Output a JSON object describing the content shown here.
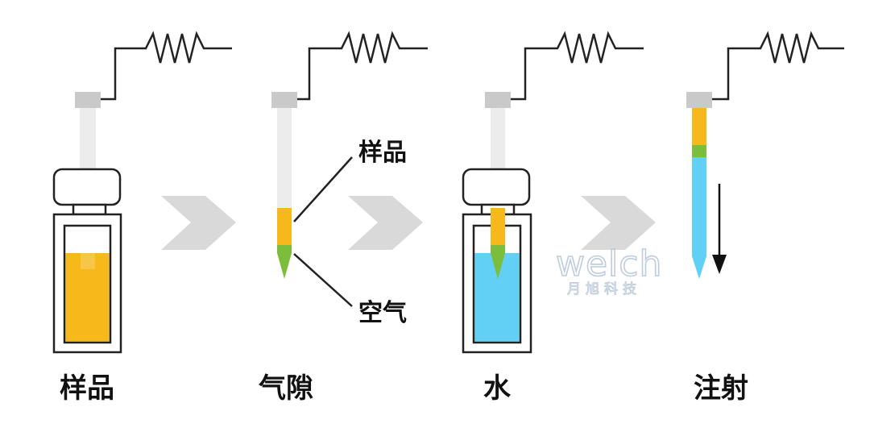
{
  "steps": [
    {
      "label": "样品"
    },
    {
      "label": "气隙"
    },
    {
      "label": "水"
    },
    {
      "label": "注射"
    }
  ],
  "callouts": {
    "sample": "样品",
    "air": "空气"
  },
  "watermark": {
    "brand": "welch",
    "subtitle": "月旭科技"
  },
  "colors": {
    "sample": "#f6b81a",
    "air_gap": "#7dbd3c",
    "water": "#62cff5",
    "syringe_body": "#ececec",
    "syringe_cap": "#c9c9c9",
    "arrow_shape": "#d9d9d9",
    "outline": "#222222"
  },
  "icons": {
    "plunger": "resistor-zigzag-icon",
    "step_arrow": "chevron-right-icon",
    "direction": "down-arrow-icon"
  }
}
